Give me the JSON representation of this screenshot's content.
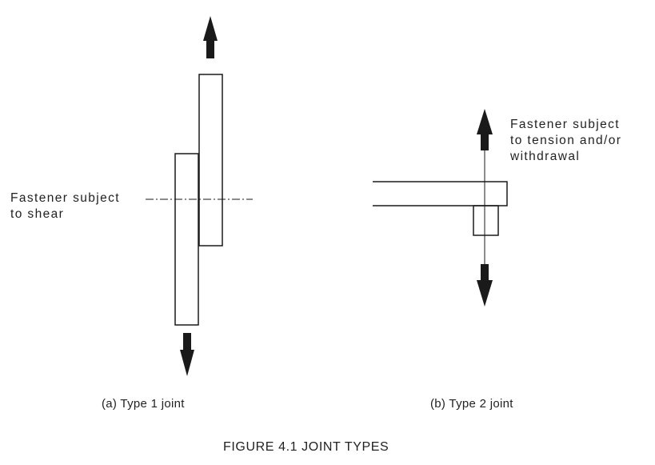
{
  "diagram_a": {
    "callout_line1": "Fastener subject",
    "callout_line2": "to shear",
    "caption": "(a)  Type 1 joint"
  },
  "diagram_b": {
    "callout_line1": "Fastener subject",
    "callout_line2": "to tension and/or",
    "callout_line3": "withdrawal",
    "caption": "(b)  Type 2 joint"
  },
  "figure_caption": "FIGURE  4.1   JOINT TYPES",
  "colors": {
    "ink": "#1a1a1a",
    "background": "#ffffff"
  }
}
